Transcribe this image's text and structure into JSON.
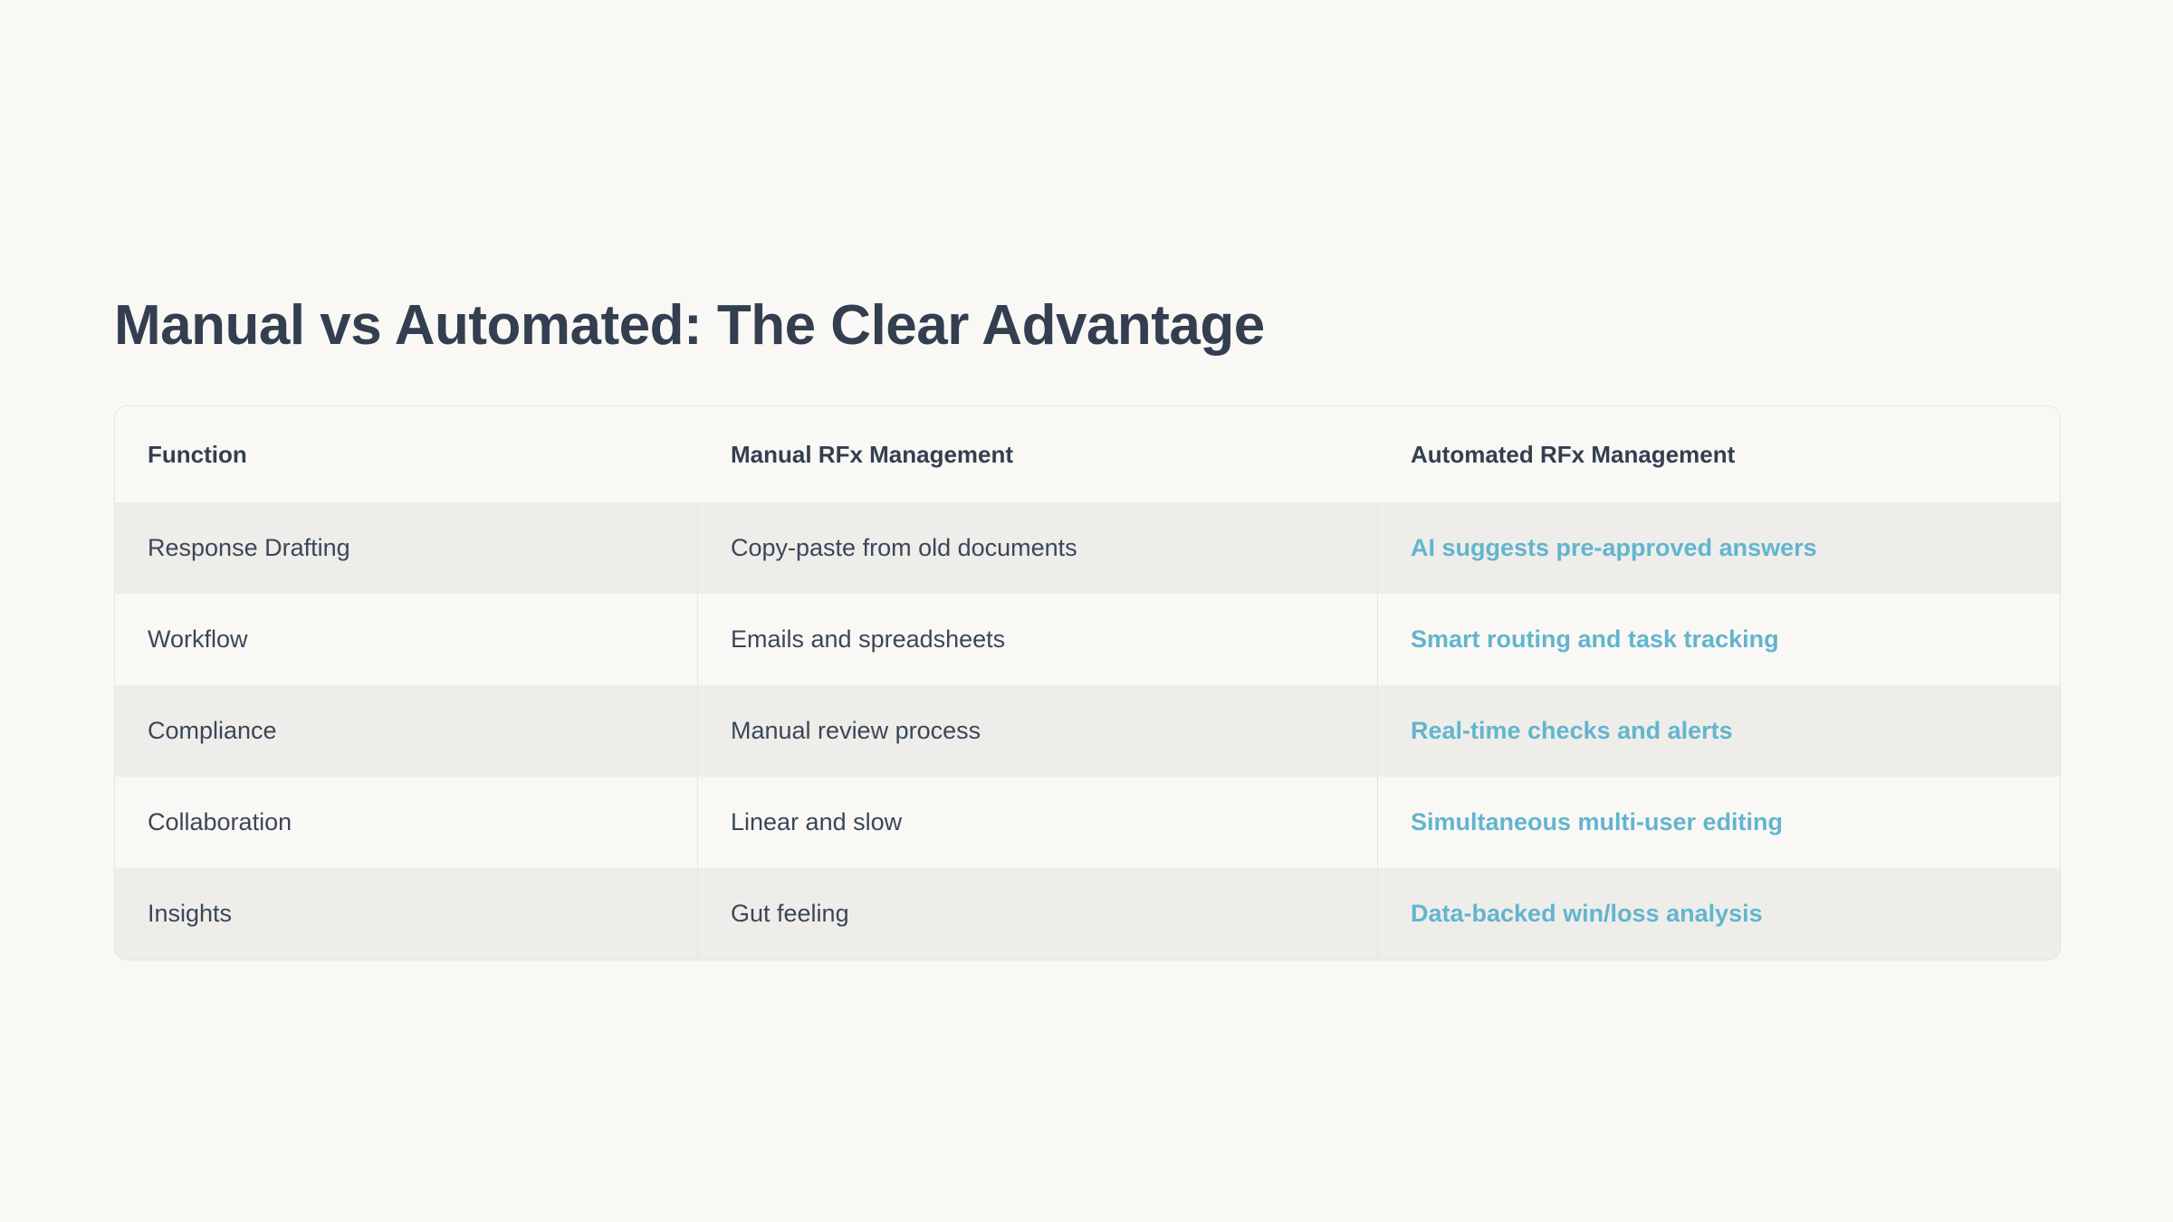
{
  "page": {
    "title": "Manual vs Automated: The Clear Advantage",
    "background_color": "#faf8f5",
    "title_color": "#333f50",
    "accent_color": "#62b5ce"
  },
  "table": {
    "columns": [
      {
        "key": "function",
        "label": "Function"
      },
      {
        "key": "manual",
        "label": "Manual RFx Management"
      },
      {
        "key": "automated",
        "label": "Automated RFx Management"
      }
    ],
    "rows": [
      {
        "function": "Response Drafting",
        "manual": "Copy-paste from old documents",
        "automated": "AI suggests pre-approved answers"
      },
      {
        "function": "Workflow",
        "manual": "Emails and spreadsheets",
        "automated": "Smart routing and task tracking"
      },
      {
        "function": "Compliance",
        "manual": "Manual review process",
        "automated": "Real-time checks and alerts"
      },
      {
        "function": "Collaboration",
        "manual": "Linear and slow",
        "automated": "Simultaneous multi-user editing"
      },
      {
        "function": "Insights",
        "manual": "Gut feeling",
        "automated": "Data-backed win/loss analysis"
      }
    ]
  }
}
